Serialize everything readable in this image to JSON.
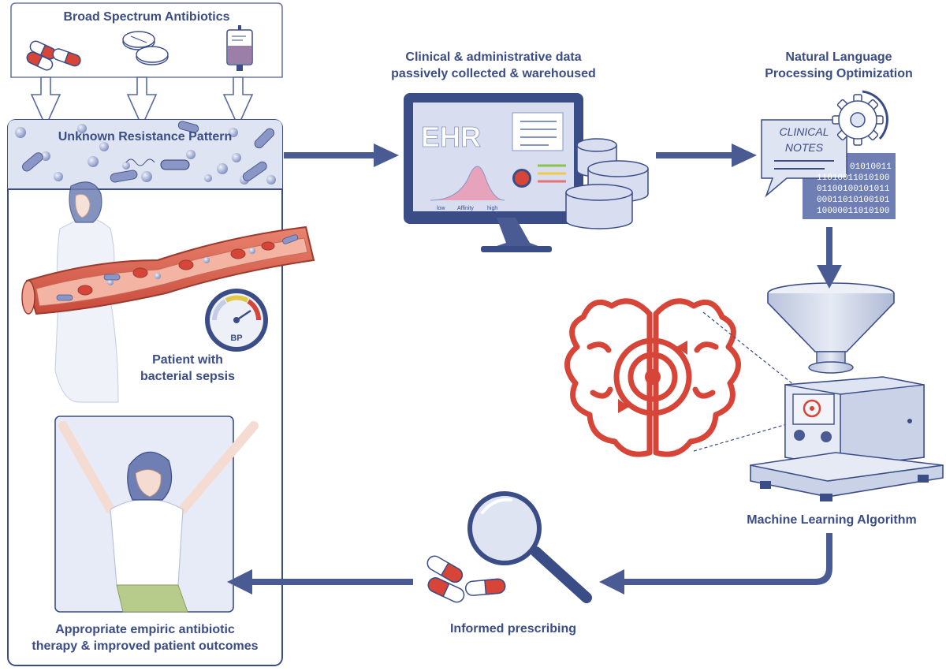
{
  "labels": {
    "broad_spectrum": "Broad Spectrum Antibiotics",
    "unknown_resistance": "Unknown Resistance Pattern",
    "patient_line1": "Patient with",
    "patient_line2": "bacterial sepsis",
    "bp": "BP",
    "outcome_line1": "Appropriate empiric antibiotic",
    "outcome_line2": "therapy & improved patient outcomes",
    "clinical_data_line1": "Clinical & administrative data",
    "clinical_data_line2": "passively collected & warehoused",
    "ehr": "EHR",
    "curve_low": "low",
    "curve_affinity": "Affinity",
    "curve_high": "high",
    "nlp_line1": "Natural Language",
    "nlp_line2": "Processing Optimization",
    "clinical_notes_line1": "CLINICAL",
    "clinical_notes_line2": "NOTES",
    "binary": [
      "01010011",
      "11010011010100",
      "01100100101011",
      "00011010100101",
      "10000011010100"
    ],
    "ml_algorithm": "Machine Learning Algorithm",
    "informed_prescribing": "Informed prescribing"
  },
  "colors": {
    "navy": "#3b4d86",
    "arrow": "#4a5b93",
    "red": "#d64537",
    "panel_fill": "#eef0f8",
    "steel": "#c9d2e6"
  },
  "icons": [
    "pill-capsule-icon",
    "tablet-icon",
    "iv-bag-icon",
    "monitor-icon",
    "database-icon",
    "clinical-notes-icon",
    "gear-icon",
    "brain-icon",
    "funnel-machine-icon",
    "magnifier-icon",
    "blood-vessel-icon",
    "bp-gauge-icon"
  ]
}
